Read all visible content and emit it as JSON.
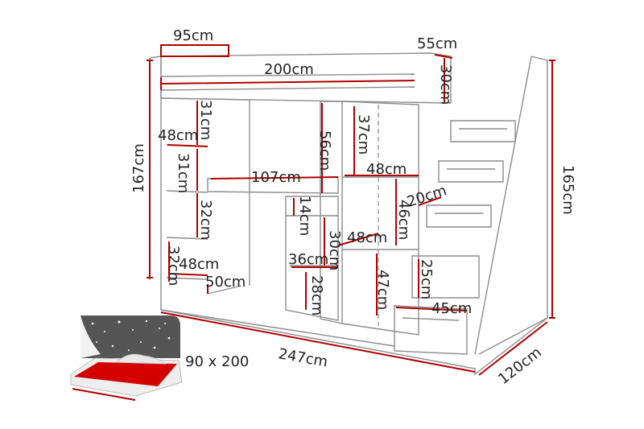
{
  "dimensions": {
    "top_width": "95cm",
    "top_depth": "55cm",
    "bed_length": "200cm",
    "rail_height": "30cm",
    "left_height": "167cm",
    "right_height": "165cm",
    "shelf1": "31cm",
    "shelf2": "31cm",
    "shelf3": "32cm",
    "shelf4": "32cm",
    "shelf_width": "48cm",
    "shelf_width_low": "48cm",
    "desk_width": "107cm",
    "desk_depth": "50cm",
    "cab_top": "56cm",
    "cab_inner": "37cm",
    "cab_shelf_w": "48cm",
    "cab_drawer": "14cm",
    "cab_30": "30cm",
    "cab_48b": "48cm",
    "cab_36": "36cm",
    "cab_28": "28cm",
    "cab_47": "47cm",
    "cab_46": "46cm",
    "stair_20": "20cm",
    "stair_25": "25cm",
    "stair_45": "45cm",
    "total_length": "247cm",
    "total_depth": "120cm"
  },
  "mattress": {
    "size_label": "90 x 200",
    "accent_color": "#d40000",
    "bg_color": "#555555"
  },
  "colors": {
    "outline": "#8c8c8c",
    "dimension_line": "#b00000"
  }
}
